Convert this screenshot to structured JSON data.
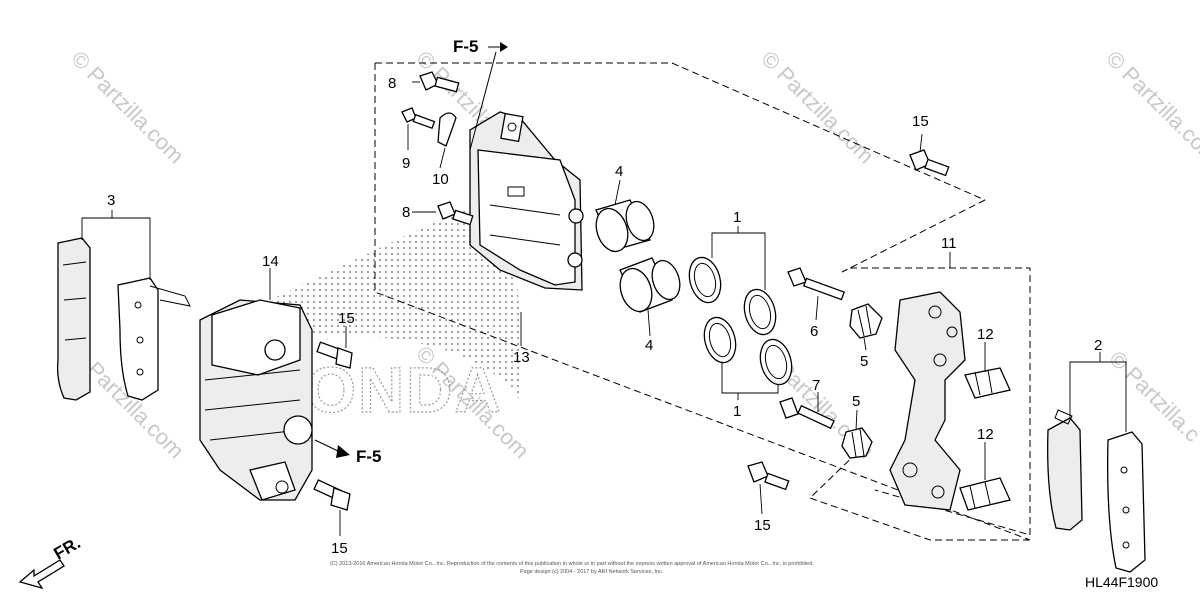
{
  "watermarks": [
    "© Partzilla.com",
    "© Partzilla.com",
    "© Partzilla.com",
    "© Partzilla.com",
    "© Partzilla.com",
    "© Partzilla.com",
    "© Partzilla.com",
    "© Partzilla.c"
  ],
  "brand_watermark": "HONDA",
  "labels": {
    "part_1a": "1",
    "part_1b": "1",
    "part_2": "2",
    "part_3": "3",
    "part_4a": "4",
    "part_4b": "4",
    "part_5a": "5",
    "part_5b": "5",
    "part_6": "6",
    "part_7": "7",
    "part_8a": "8",
    "part_8b": "8",
    "part_9": "9",
    "part_10": "10",
    "part_11": "11",
    "part_12a": "12",
    "part_12b": "12",
    "part_13": "13",
    "part_14": "14",
    "part_15a": "15",
    "part_15b": "15",
    "part_15c": "15",
    "part_15d": "15"
  },
  "references": {
    "f5_top": "F-5",
    "f5_right": "F-5"
  },
  "front_arrow": "FR.",
  "diagram_code": "HL44F1900",
  "copyright_line1": "(C) 2013-2016 American Honda Motor Co., Inc. Reproduction of the contents of this publication in whole or in part without the express written approval of American Honda Motor Co., Inc. is prohibited.",
  "copyright_line2": "Page design (c) 2004 - 2017 by ARI Network Services, Inc."
}
